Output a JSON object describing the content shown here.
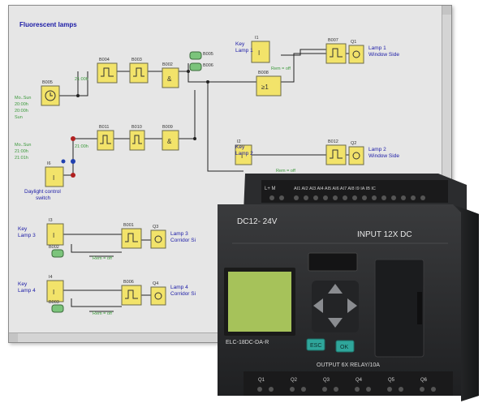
{
  "diagram": {
    "title": "Fluorescent lamps",
    "blocks": {
      "b005_label": "B005",
      "b004_label": "B004",
      "b003_label": "B003",
      "b002_label": "B002",
      "b005b_label": "B005",
      "b006_label": "B006",
      "i1_label": "I1",
      "b007_label": "B007",
      "b008_label": "B008",
      "q1_label": "Q1",
      "b011_label": "B011",
      "b010_label": "B010",
      "b009_label": "B009",
      "i2_label": "I2",
      "b012_label": "B012",
      "q2_label": "Q2",
      "i6_label": "I6",
      "i3_label": "I3",
      "b001_label": "B001",
      "q3_label": "Q3",
      "i4_label": "I4",
      "b006b_label": "B006",
      "q4_label": "Q4",
      "b002b_label": "B002",
      "b003b_label": "B003"
    },
    "labels": {
      "time_a": "21:00h",
      "time_b": "21:00h",
      "rem_1": "Rem = off",
      "rem_2": "Rem = off",
      "rem_3": "Rem = off",
      "rem_4": "Rem = off",
      "schedule_1": "Mo..Sun",
      "schedule_2": "20:00h",
      "schedule_3": "20:00h",
      "schedule_4": "Sun",
      "schedule_5": "Mo..Sun",
      "schedule_6": "21:00h",
      "schedule_7": "21:01h",
      "key_lamp1_a": "Key",
      "key_lamp1_b": "Lamp 1",
      "lamp1_a": "Lamp 1",
      "lamp1_b": "Window Side",
      "key_lamp2_a": "Key",
      "key_lamp2_b": "Lamp 2",
      "lamp2_a": "Lamp 2",
      "lamp2_b": "Window Side",
      "daylight_a": "Daylight control",
      "daylight_b": "switch",
      "key_lamp3_a": "Key",
      "key_lamp3_b": "Lamp 3",
      "lamp3_a": "Lamp 3",
      "lamp3_b": "Corridor Si",
      "key_lamp4_a": "Key",
      "key_lamp4_b": "Lamp 4",
      "lamp4_a": "Lamp 4",
      "lamp4_b": "Corridor Si"
    }
  },
  "plc": {
    "model_label": "ELC-18DC-DA-R",
    "voltage_label": "DC12- 24V",
    "input_label": "INPUT 12X DC",
    "output_label": "OUTPUT 6X RELAY/10A",
    "esc_label": "ESC",
    "ok_label": "OK",
    "power_terminals": "L+ M",
    "input_terminals": "AI1 AI2 AI3 AI4 AI5 AI6 AI7 AI8 I9 IA IB IC",
    "output_terminals": [
      "Q1",
      "Q2",
      "Q3",
      "Q4",
      "Q5",
      "Q6"
    ]
  },
  "colors": {
    "title_blue": "#1a1aa6",
    "block_yellow": "#f2e36a",
    "block_green": "#7bc47b",
    "annot_green": "#3c9a3c",
    "plc_body": "#2e2f31",
    "lcd": "#a6c25a",
    "key_teal": "#2fa69b"
  }
}
